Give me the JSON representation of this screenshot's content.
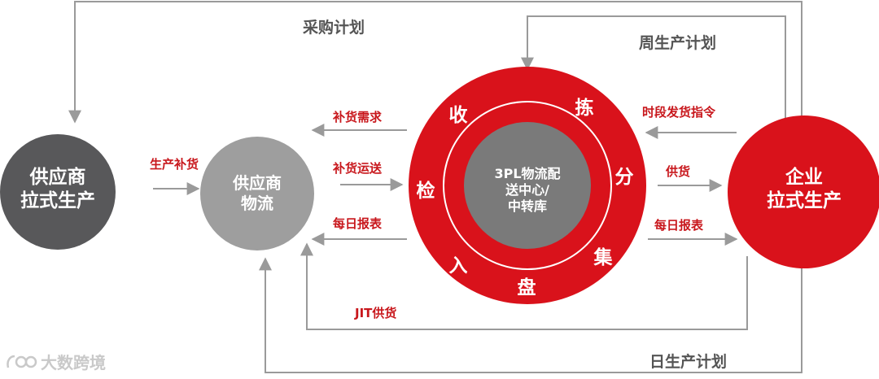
{
  "nodes": {
    "supplier_production": "供应商\n拉式生产",
    "supplier_logistics": "供应商\n物流",
    "center": "3PL物流配\n送中心/\n中转库",
    "enterprise_production": "企业\n拉式生产"
  },
  "ring_steps": [
    "收",
    "拣",
    "分",
    "集",
    "盘",
    "入",
    "检"
  ],
  "labels": {
    "procurement_plan": "采购计划",
    "weekly_plan": "周生产计划",
    "daily_plan": "日生产计划",
    "production_replenish": "生产补货",
    "replenish_demand": "补货需求",
    "replenish_transport": "补货运送",
    "daily_report_left": "每日报表",
    "timeslot_instruction": "时段发货指令",
    "supply": "供货",
    "daily_report_right": "每日报表",
    "jit_supply": "JIT供货"
  },
  "watermark": "大数跨境",
  "colors": {
    "red": "#d9121b",
    "dark_gray": "#58585a",
    "light_gray": "#9e9e9e",
    "center_gray": "#7a7a7a",
    "line_gray": "#9a9a9a",
    "label_red": "#c8171c"
  }
}
